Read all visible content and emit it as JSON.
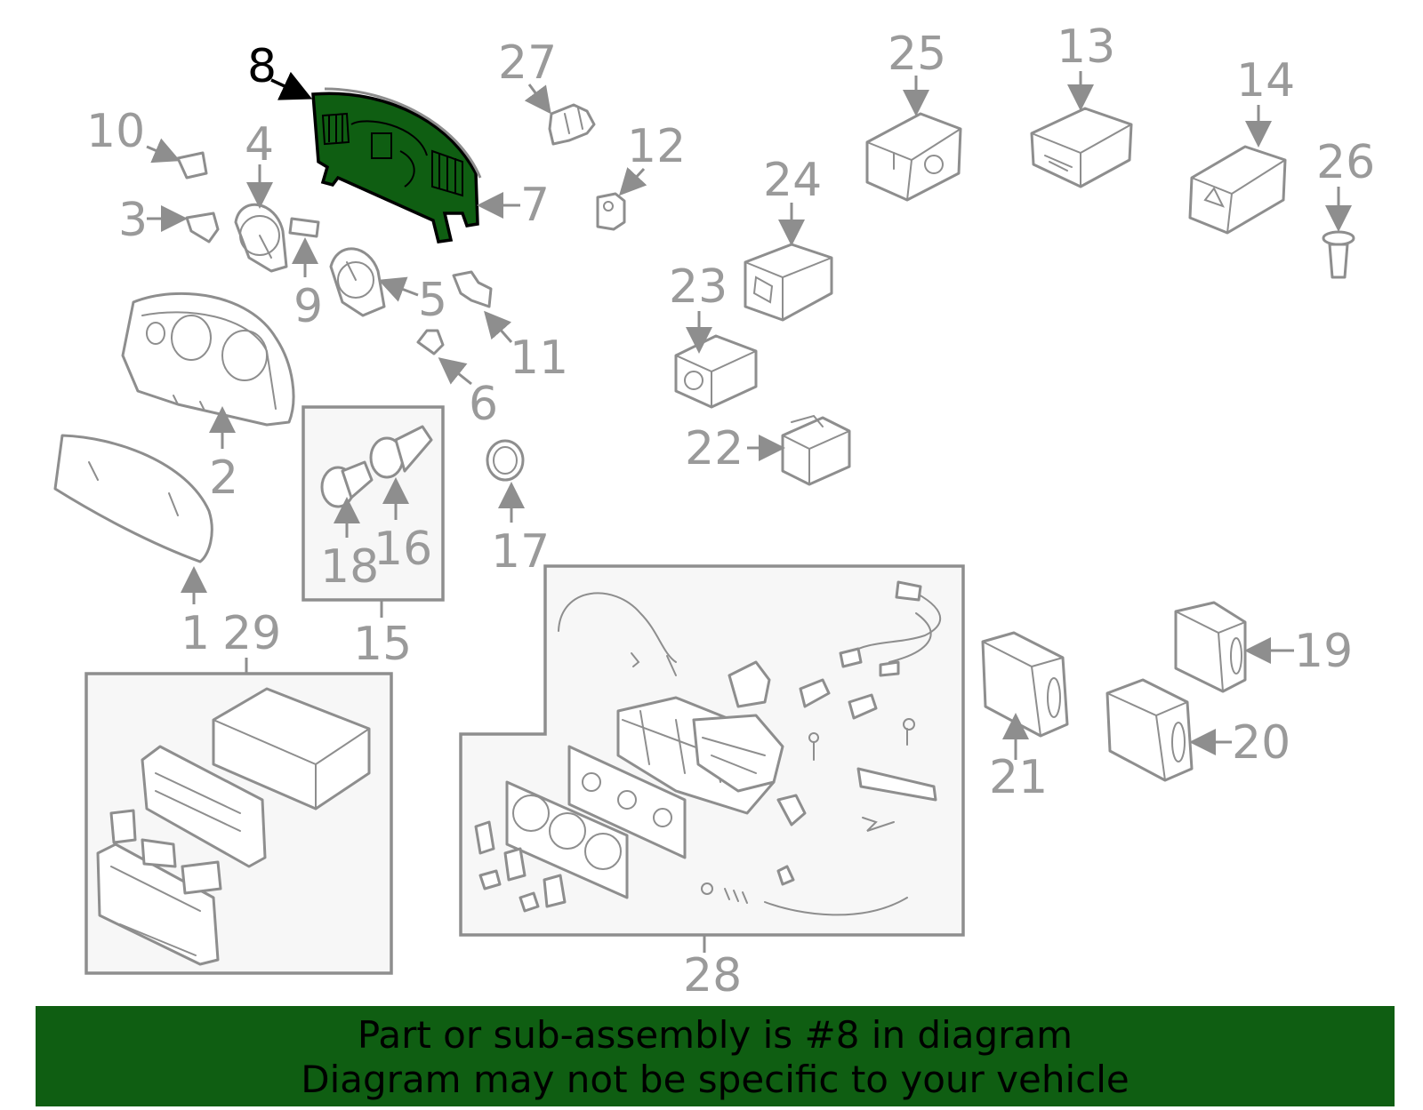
{
  "diagram": {
    "highlight_color": "#0f5e12",
    "line_color": "#8e8e8e",
    "highlighted_part": "8",
    "callouts": [
      "8",
      "7",
      "27",
      "10",
      "4",
      "3",
      "9",
      "12",
      "5",
      "11",
      "6",
      "2",
      "1",
      "15",
      "18",
      "16",
      "17",
      "29",
      "28",
      "25",
      "13",
      "14",
      "26",
      "24",
      "23",
      "22",
      "19",
      "20",
      "21"
    ]
  },
  "banner": {
    "line1": "Part or sub-assembly is #8 in diagram",
    "line2": "Diagram may not be specific to your vehicle",
    "background": "#0f5e12"
  }
}
